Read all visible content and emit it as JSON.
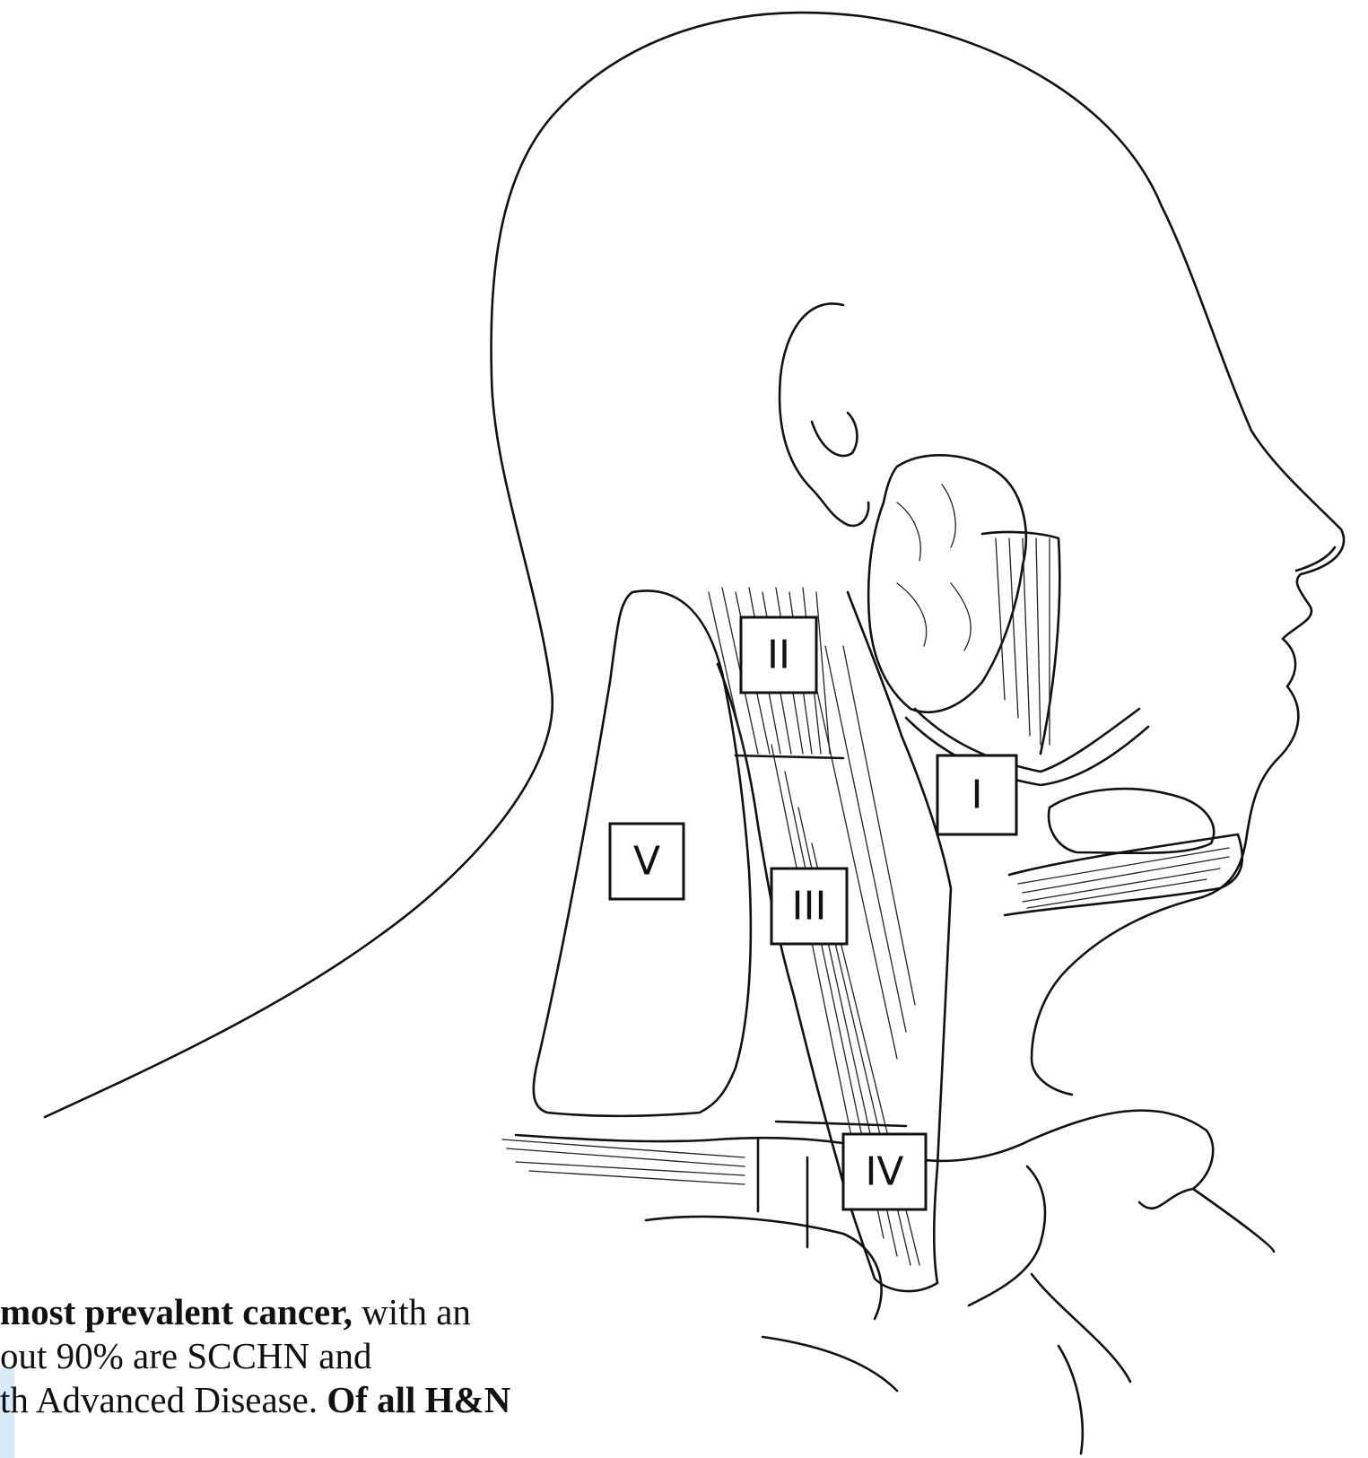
{
  "levels": [
    "I",
    "II",
    "III",
    "IV",
    "V"
  ],
  "caption": {
    "line1_bold": "most prevalent cancer,",
    "line1_rest": " with an",
    "line2": "out 90% are SCCHN and",
    "line3_rest": "th Advanced Disease. ",
    "line3_bold": "Of all H&N"
  },
  "colors": {
    "ink": "#111111",
    "edge_tint": "#d9ebf7"
  }
}
